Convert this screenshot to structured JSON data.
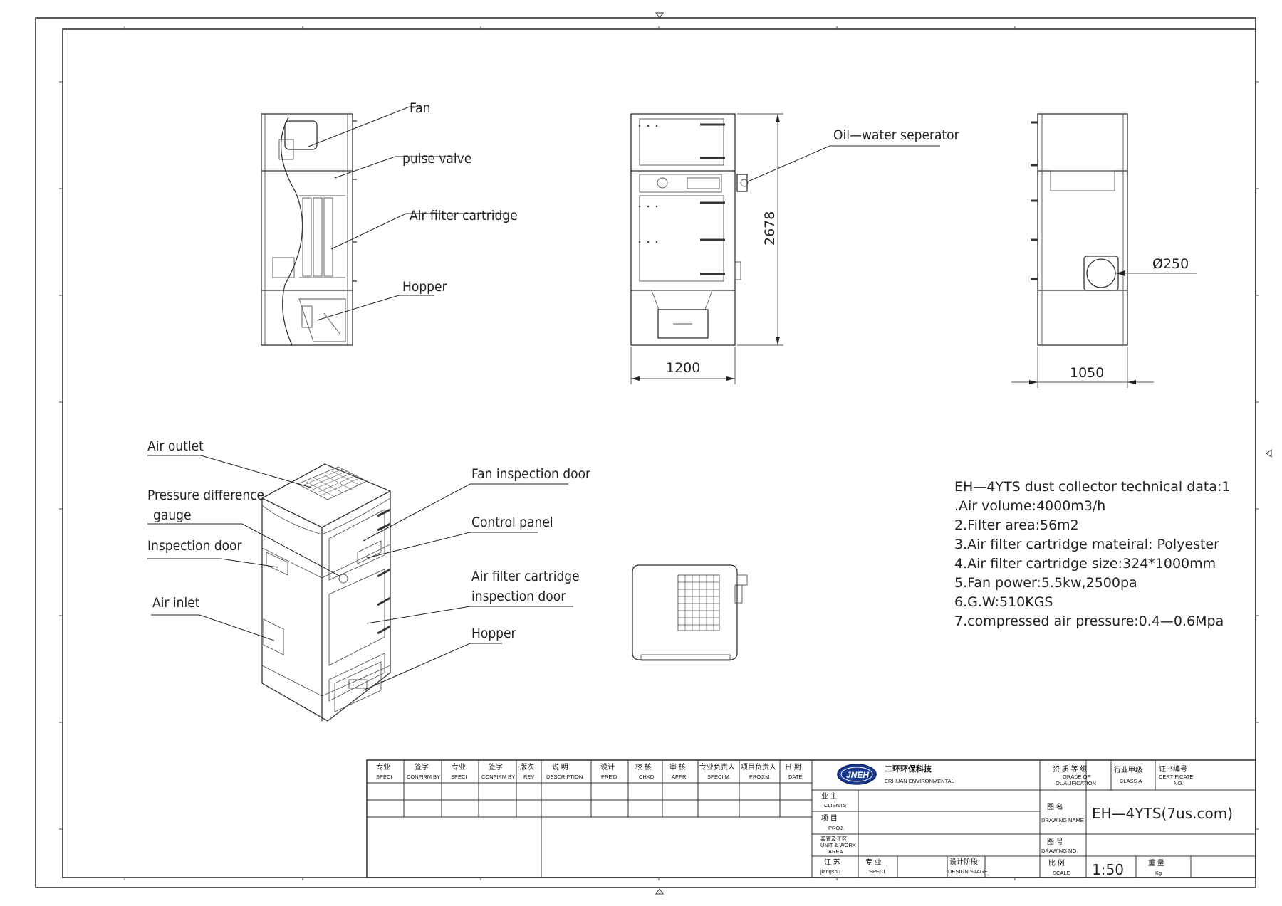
{
  "labels": {
    "fan": "Fan",
    "pulse_valve": "pulse valve",
    "air_filter_cartridge": "Alr filter cartridge",
    "hopper_top": "Hopper",
    "oil_water": "Oil—water seperator",
    "air_outlet": "Air outlet",
    "pressure_gauge_1": "Pressure difference",
    "pressure_gauge_2": "gauge",
    "inspection_door": "Inspection door",
    "air_inlet": "Air inlet",
    "fan_inspection_door": "Fan inspection door",
    "control_panel": "Control panel",
    "filter_door_1": "Air filter cartridge",
    "filter_door_2": "inspection door",
    "hopper_iso": "Hopper"
  },
  "dimensions": {
    "width_front": "1200",
    "height": "2678",
    "depth_side": "1050",
    "inlet_diameter": "Ø250"
  },
  "specs": {
    "title": "EH—4YTS dust collector technical data:1",
    "lines": [
      ".Air volume:4000m3/h",
      "2.Filter area:56m2",
      "3.Air filter cartridge mateiral: Polyester",
      "4.Air filter cartridge size:324*1000mm",
      "5.Fan power:5.5kw,2500pa",
      "6.G.W:510KGS",
      "7.compressed air pressure:0.4—0.6Mpa"
    ]
  },
  "title_block": {
    "revision_headers": [
      {
        "cn": "专业",
        "en": "SPECI"
      },
      {
        "cn": "签字",
        "en": "CONFIRM BY"
      },
      {
        "cn": "专业",
        "en": "SPECI"
      },
      {
        "cn": "签字",
        "en": "CONFIRM BY"
      },
      {
        "cn": "版次",
        "en": "REV"
      },
      {
        "cn": "说  明",
        "en": "DESCRIPTION"
      },
      {
        "cn": "设计",
        "en": "PRE'D"
      },
      {
        "cn": "校 核",
        "en": "CHKD"
      },
      {
        "cn": "审 核",
        "en": "APPR"
      },
      {
        "cn": "专业负责人",
        "en": "SPECI.M."
      },
      {
        "cn": "项目负责人",
        "en": "PROJ.M."
      },
      {
        "cn": "日 期",
        "en": "DATE"
      }
    ],
    "logo_text": "JNEH",
    "company_cn": "二环环保科技",
    "company_en": "ERHUAN ENVIRONMENTAL",
    "clients_cn": "业 主",
    "clients_en": "CLIENTS",
    "proj_cn": "项  目",
    "proj_en": "PROJ.",
    "unit_cn": "装置及工区",
    "unit_en1": "UNIT & WORK",
    "unit_en2": "AREA",
    "province_cn": "江 苏",
    "province_en": "jiangshu",
    "speci_cn": "专 业",
    "speci_en": "SPECI",
    "stage_cn": "设计阶段",
    "stage_en": "DESIGN STAGE",
    "grade_cn": "资 质 等 级",
    "grade_en1": "GRADE OF",
    "grade_en2": "QUALIFICATION",
    "class_cn": "行业甲级",
    "class_en": "CLASS A",
    "cert_cn": "证书编号",
    "cert_en1": "CERTIFICATE",
    "cert_en2": "NO.",
    "drawing_name_cn": "图  名",
    "drawing_name_en": "DRAWING NAME",
    "drawing_name_value": "EH—4YTS(7us.com)",
    "drawing_no_cn": "图  号",
    "drawing_no_en": "DRAWING NO.",
    "scale_cn": "比  例",
    "scale_en": "SCALE",
    "scale_value": "1:50",
    "weight_cn": "重  量",
    "weight_en": "Kg"
  }
}
